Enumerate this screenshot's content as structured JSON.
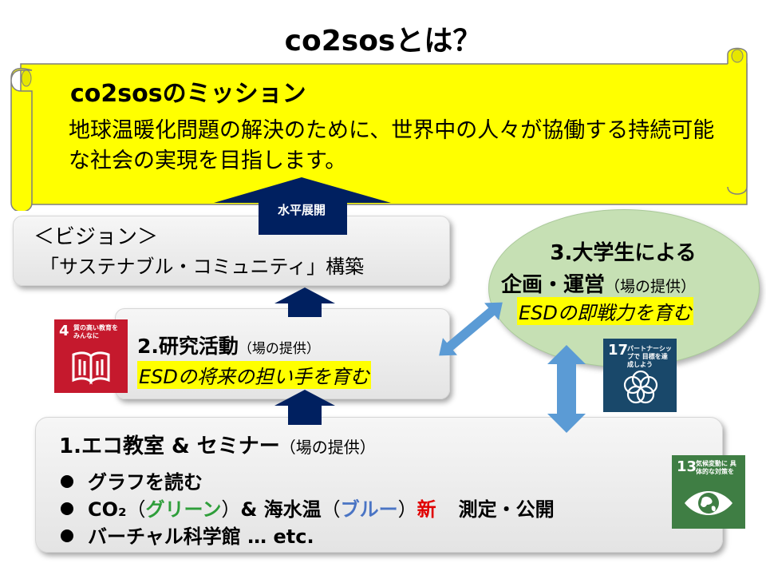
{
  "title": "co2sosとは？",
  "mission": {
    "heading": "co2sosのミッション",
    "body": "地球温暖化問題の解決のために、世界中の人々が協働する持続可能な社会の実現を目指します。"
  },
  "expand_label": "水平展開",
  "vision": {
    "title": "＜ビジョン＞",
    "text": "「サステナブル・コミュニティ」構築"
  },
  "research": {
    "title": "2.研究活動",
    "note": "（場の提供）",
    "goal": "ESDの将来の担い手を育む"
  },
  "university": {
    "line1": "3.大学生による",
    "line2": "企画・運営",
    "note": "（場の提供）",
    "goal": "ESDの即戦力を育む"
  },
  "eco": {
    "title": "1.エコ教室 & セミナー",
    "note": "（場の提供）",
    "bullet1": "グラフを読む",
    "bullet2": {
      "pre": "CO₂",
      "paren_open1": "（",
      "green": "グリーン",
      "paren_close1": "）",
      "amp_sea": "& 海水温",
      "paren_open2": "（",
      "blue": "ブルー",
      "paren_close2": "）",
      "new": "新",
      "post": "測定・公開"
    },
    "bullet3": "バーチャル科学館 … etc."
  },
  "sdgs": {
    "sdg4": {
      "num": "4",
      "text": "質の高い教育を みんなに",
      "color": "#c5192d"
    },
    "sdg17": {
      "num": "17",
      "text": "パートナーシップで 目標を達成しよう",
      "color": "#19486a"
    },
    "sdg13": {
      "num": "13",
      "text": "気候変動に 具体的な対策を",
      "color": "#3f7e44"
    }
  },
  "colors": {
    "scroll": "#ffff00",
    "arrow_navy": "#002060",
    "arrow_blue": "#5b9bd5",
    "ellipse": "#c6e0b4"
  }
}
